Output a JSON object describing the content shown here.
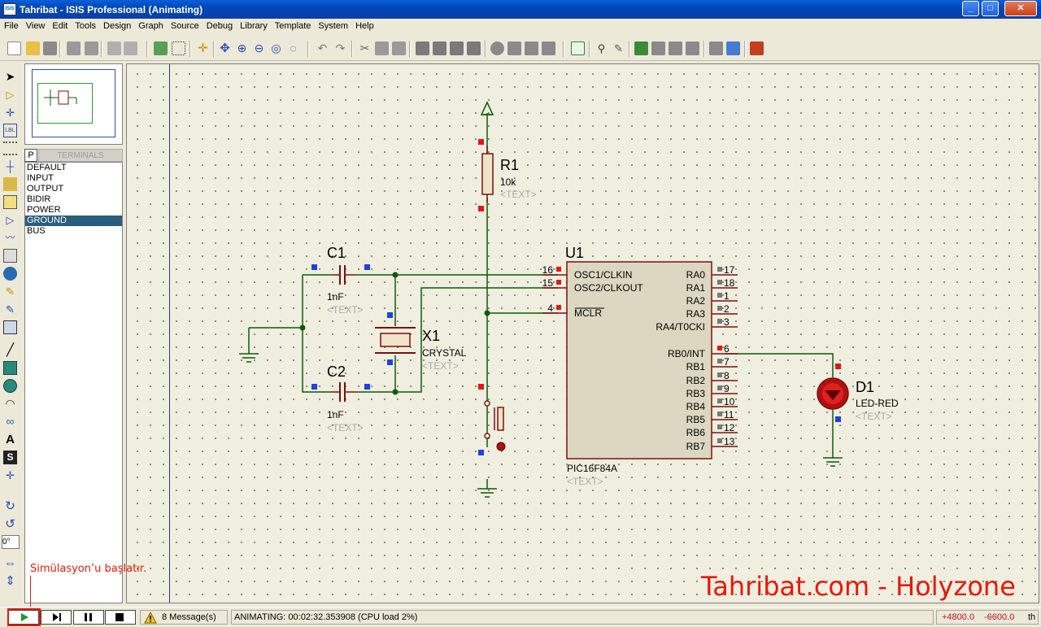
{
  "window": {
    "title": "Tahribat - ISIS Professional (Animating)",
    "app_icon": "ISIS"
  },
  "menu": [
    "File",
    "View",
    "Edit",
    "Tools",
    "Design",
    "Graph",
    "Source",
    "Debug",
    "Library",
    "Template",
    "System",
    "Help"
  ],
  "terminals": {
    "mode_button": "P",
    "header": "TERMINALS",
    "items": [
      "DEFAULT",
      "INPUT",
      "OUTPUT",
      "BIDIR",
      "POWER",
      "GROUND",
      "BUS"
    ],
    "selected": "GROUND"
  },
  "left_tools": {
    "rotation_value": "0°"
  },
  "schematic": {
    "r1": {
      "ref": "R1",
      "value": "10k",
      "text": "<TEXT>"
    },
    "c1": {
      "ref": "C1",
      "value": "1nF",
      "text": "<TEXT>"
    },
    "c2": {
      "ref": "C2",
      "value": "1nF",
      "text": "<TEXT>"
    },
    "x1": {
      "ref": "X1",
      "value": "CRYSTAL",
      "text": "<TEXT>"
    },
    "d1": {
      "ref": "D1",
      "value": "LED-RED",
      "text": "<TEXT>"
    },
    "u1": {
      "ref": "U1",
      "value": "PIC16F84A",
      "text": "<TEXT>",
      "left_pins": [
        {
          "num": "16",
          "name": "OSC1/CLKIN"
        },
        {
          "num": "15",
          "name": "OSC2/CLKOUT"
        },
        {
          "num": "4",
          "name": "MCLR"
        }
      ],
      "right_pins": [
        {
          "num": "17",
          "name": "RA0"
        },
        {
          "num": "18",
          "name": "RA1"
        },
        {
          "num": "1",
          "name": "RA2"
        },
        {
          "num": "2",
          "name": "RA3"
        },
        {
          "num": "3",
          "name": "RA4/T0CKI"
        },
        {
          "num": "6",
          "name": "RB0/INT"
        },
        {
          "num": "7",
          "name": "RB1"
        },
        {
          "num": "8",
          "name": "RB2"
        },
        {
          "num": "9",
          "name": "RB3"
        },
        {
          "num": "10",
          "name": "RB4"
        },
        {
          "num": "11",
          "name": "RB5"
        },
        {
          "num": "12",
          "name": "RB6"
        },
        {
          "num": "13",
          "name": "RB7"
        }
      ]
    }
  },
  "annotations": {
    "watermark": "Tahribat.com - Holyzone",
    "callout": "Simülasyon’u başlatır."
  },
  "status": {
    "messages": "8 Message(s)",
    "animating": "ANIMATING: 00:02:32.353908 (CPU load 2%)",
    "x": "+4800.0",
    "y": "-6600.0",
    "units": "th"
  },
  "colors": {
    "wire": "#0c5a0c",
    "component": "#7a1010",
    "active_pin": "#e01818",
    "passive_pin": "#2040e0",
    "led": "#d01010"
  }
}
